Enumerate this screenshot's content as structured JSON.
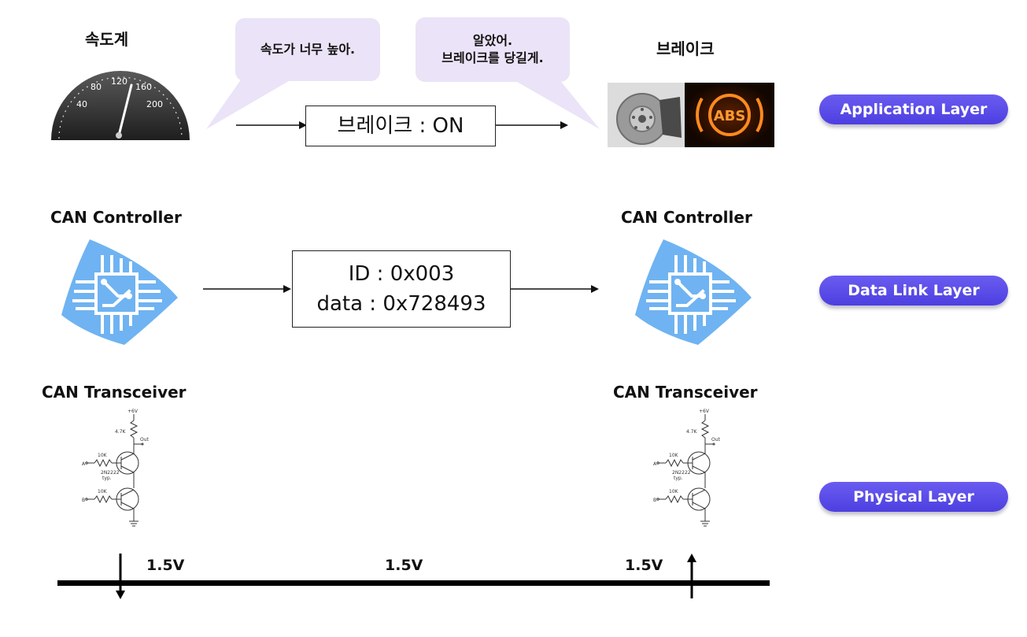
{
  "app": {
    "speedometer_label": "속도계",
    "brake_label": "브레이크",
    "bubble_left": "속도가 너무 높아.",
    "bubble_right_line1": "알았어.",
    "bubble_right_line2": "브레이크를 당길게.",
    "message": "브레이크 : ON",
    "gauge_ticks": [
      "40",
      "80",
      "120",
      "160",
      "200"
    ],
    "abs_text": "ABS"
  },
  "datalink": {
    "left_label": "CAN Controller",
    "right_label": "CAN Controller",
    "frame_id": "ID : 0x003",
    "frame_data": "data : 0x728493"
  },
  "physical": {
    "left_label": "CAN Transceiver",
    "right_label": "CAN Transceiver",
    "voltages": [
      "1.5V",
      "1.5V",
      "1.5V"
    ],
    "circuit": {
      "supply": "+6V",
      "r_top": "4.7K",
      "out": "Out",
      "r_a": "10K",
      "input_a": "A",
      "transistor": "2N2222",
      "typ": "typ.",
      "r_b": "10K",
      "input_b": "B"
    }
  },
  "layers": {
    "application": "Application Layer",
    "datalink": "Data Link Layer",
    "physical": "Physical Layer"
  },
  "colors": {
    "pill": "#5446e6",
    "bubble": "#ebe3f7",
    "chip": "#6fb3f2",
    "abs": "#ff8a1e"
  }
}
